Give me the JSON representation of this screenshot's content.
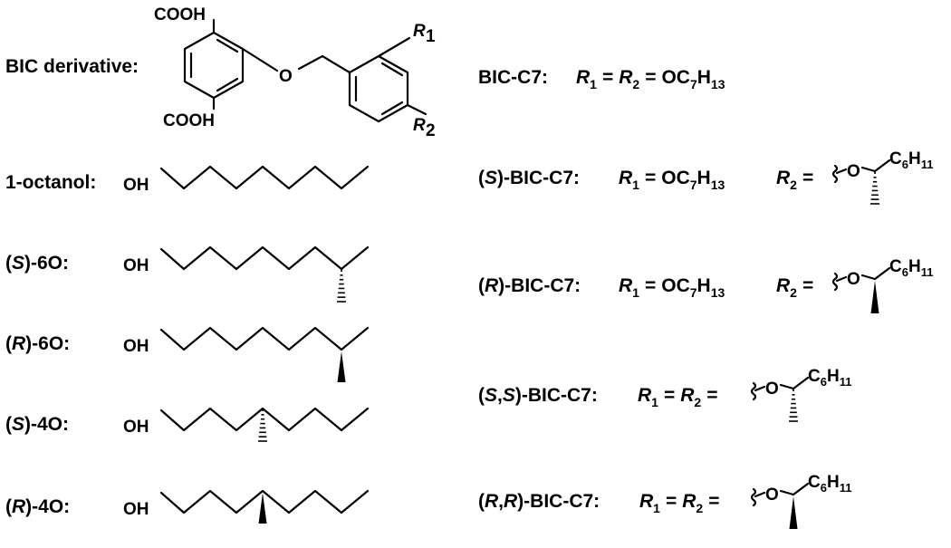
{
  "bic": {
    "label": "BIC derivative:",
    "cooh_top": "COOH",
    "cooh_bottom": "COOH",
    "ether_o": "O",
    "r1": "R",
    "r1_sub": "1",
    "r2": "R",
    "r2_sub": "2"
  },
  "alcohols": [
    {
      "label_pre": "1-octanol:",
      "label_stereo": "",
      "label_post": "",
      "oh": "OH",
      "stereo": "none"
    },
    {
      "label_pre": "(",
      "label_stereo": "S",
      "label_post": ")-6O:",
      "oh": "OH",
      "stereo": "hashed"
    },
    {
      "label_pre": "(",
      "label_stereo": "R",
      "label_post": ")-6O:",
      "oh": "OH",
      "stereo": "wedged"
    },
    {
      "label_pre": "(",
      "label_stereo": "S",
      "label_post": ")-4O:",
      "oh": "OH",
      "stereo": "hashed"
    },
    {
      "label_pre": "(",
      "label_stereo": "R",
      "label_post": ")-4O:",
      "oh": "OH",
      "stereo": "wedged"
    }
  ],
  "derivatives": [
    {
      "name": "BIC-C7:",
      "r1": "R",
      "r1_sub": "1",
      "r2": "R",
      "r2_sub": "2",
      "eq": "=",
      "value": "OC",
      "value_sub1": "7",
      "value_h": "H",
      "value_sub2": "13"
    },
    {
      "name_pre": "(",
      "name_stereo": "S",
      "name_post": ")-BIC-C7:",
      "r1": "R",
      "r1_sub": "1",
      "eq": "=",
      "value": "OC",
      "value_sub1": "7",
      "value_h": "H",
      "value_sub2": "13",
      "r2": "R",
      "r2_sub": "2",
      "group_o": "O",
      "group_c": "C",
      "group_sub1": "6",
      "group_h": "H",
      "group_sub2": "11",
      "stereo": "hashed"
    },
    {
      "name_pre": "(",
      "name_stereo": "R",
      "name_post": ")-BIC-C7:",
      "r1": "R",
      "r1_sub": "1",
      "eq": "=",
      "value": "OC",
      "value_sub1": "7",
      "value_h": "H",
      "value_sub2": "13",
      "r2": "R",
      "r2_sub": "2",
      "group_o": "O",
      "group_c": "C",
      "group_sub1": "6",
      "group_h": "H",
      "group_sub2": "11",
      "stereo": "wedged"
    },
    {
      "name_pre": "(",
      "name_stereo": "S",
      "name_mid": ",",
      "name_stereo2": "S",
      "name_post": ")-BIC-C7:",
      "r1": "R",
      "r1_sub": "1",
      "eq": "=",
      "r2": "R",
      "r2_sub": "2",
      "group_o": "O",
      "group_c": "C",
      "group_sub1": "6",
      "group_h": "H",
      "group_sub2": "11",
      "stereo": "hashed"
    },
    {
      "name_pre": "(",
      "name_stereo": "R",
      "name_mid": ",",
      "name_stereo2": "R",
      "name_post": ")-BIC-C7:",
      "r1": "R",
      "r1_sub": "1",
      "eq": "=",
      "r2": "R",
      "r2_sub": "2",
      "group_o": "O",
      "group_c": "C",
      "group_sub1": "6",
      "group_h": "H",
      "group_sub2": "11",
      "stereo": "wedged"
    }
  ]
}
